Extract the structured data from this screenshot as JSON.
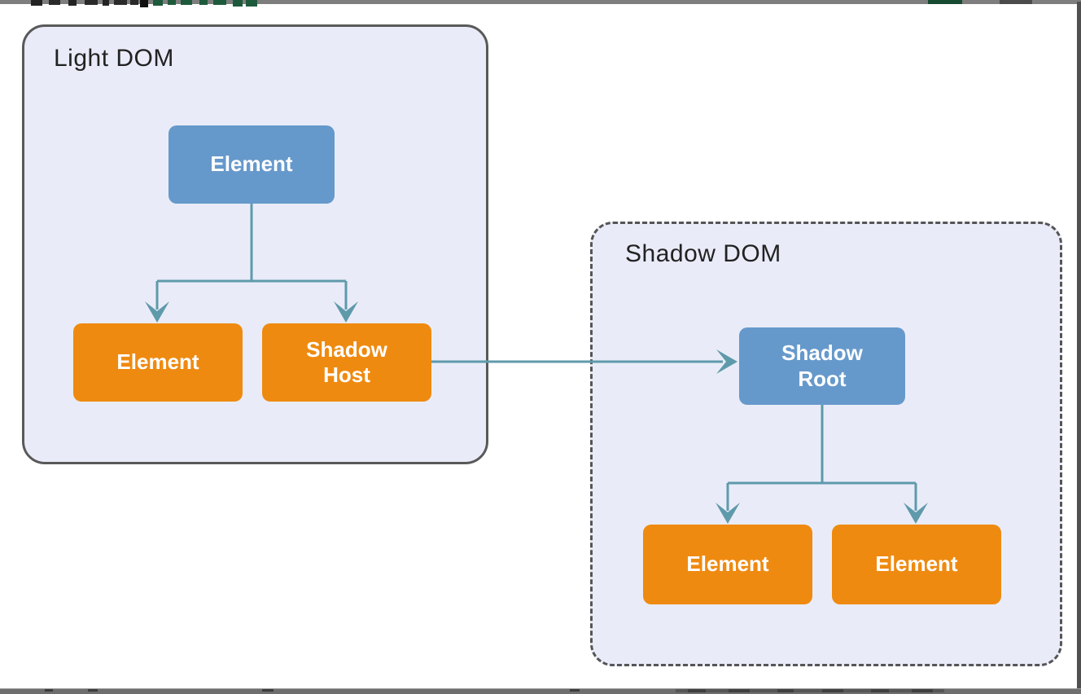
{
  "diagram": {
    "light_dom": {
      "label": "Light DOM",
      "nodes": [
        {
          "label": "Element",
          "type": "blue"
        },
        {
          "label": "Element",
          "type": "orange"
        },
        {
          "label": "Shadow Host",
          "type": "orange"
        }
      ]
    },
    "shadow_dom": {
      "label": "Shadow DOM",
      "nodes": [
        {
          "label": "Shadow Root",
          "type": "blue"
        },
        {
          "label": "Element",
          "type": "orange"
        },
        {
          "label": "Element",
          "type": "orange"
        }
      ]
    },
    "colors": {
      "node_blue": "#6699cb",
      "node_orange": "#ef8a10",
      "container_fill": "#e9ecf8",
      "container_border": "#595959",
      "arrow": "#5f9aab"
    }
  }
}
